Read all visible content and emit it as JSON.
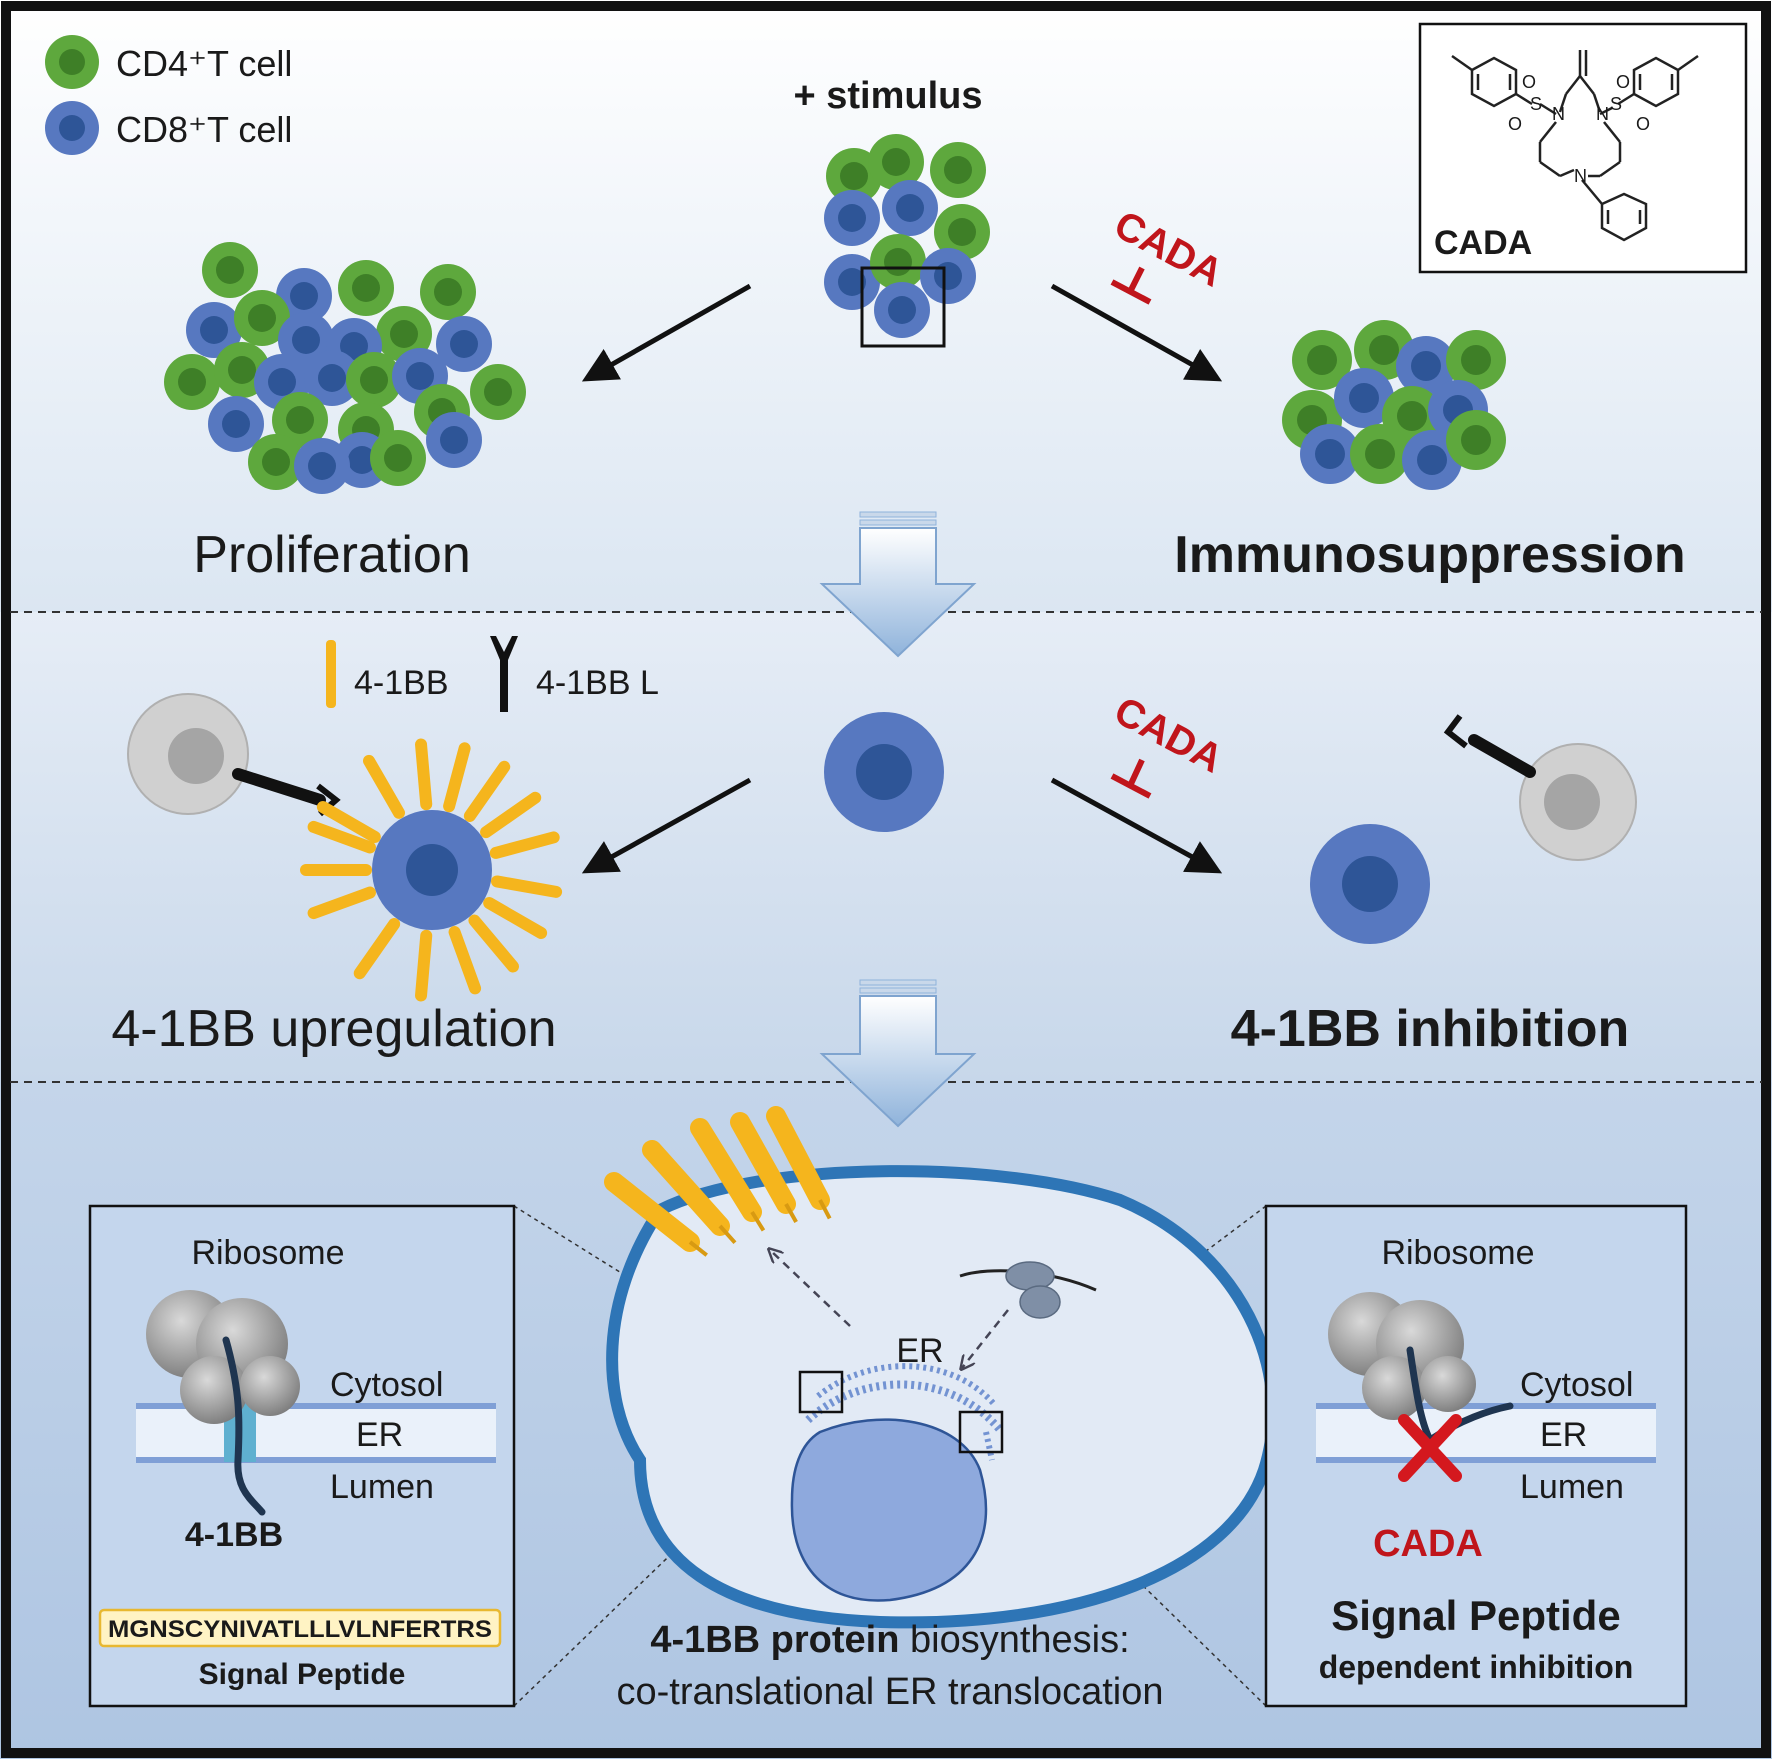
{
  "legend": {
    "cd4": "CD4⁺T cell",
    "cd8": "CD8⁺T cell",
    "receptor": "4-1BB",
    "ligand": "4-1BB L"
  },
  "top": {
    "stimulus": "+ stimulus",
    "cada": "CADA",
    "left_outcome": "Proliferation",
    "right_outcome": "Immunosuppression"
  },
  "chem": {
    "label": "CADA",
    "atoms": {
      "s": "S",
      "o": "O",
      "n": "N"
    }
  },
  "middle": {
    "cada": "CADA",
    "left_outcome": "4-1BB upregulation",
    "right_outcome": "4-1BB inhibition"
  },
  "bottom": {
    "er": "ER",
    "caption_bold": "4-1BB protein",
    "caption_rest": " biosynthesis:",
    "caption_line2": "co-translational ER translocation",
    "left_box": {
      "ribosome": "Ribosome",
      "cytosol": "Cytosol",
      "er": "ER",
      "lumen": "Lumen",
      "protein": "4-1BB",
      "sequence": "MGNSCYNIVATLLLVLNFERTRS",
      "sequence_label": "Signal Peptide"
    },
    "right_box": {
      "ribosome": "Ribosome",
      "cytosol": "Cytosol",
      "er": "ER",
      "lumen": "Lumen",
      "cada": "CADA",
      "title_line1": "Signal Peptide",
      "title_line2": "dependent inhibition"
    }
  },
  "colors": {
    "cd4_outer": "#5ea83d",
    "cd4_inner": "#3e7f27",
    "cd8_outer": "#5778c0",
    "cd8_inner": "#2e5597",
    "receptor": "#f5b51d",
    "cada_red": "#c0151b",
    "membrane_blue": "#2e75b6"
  }
}
